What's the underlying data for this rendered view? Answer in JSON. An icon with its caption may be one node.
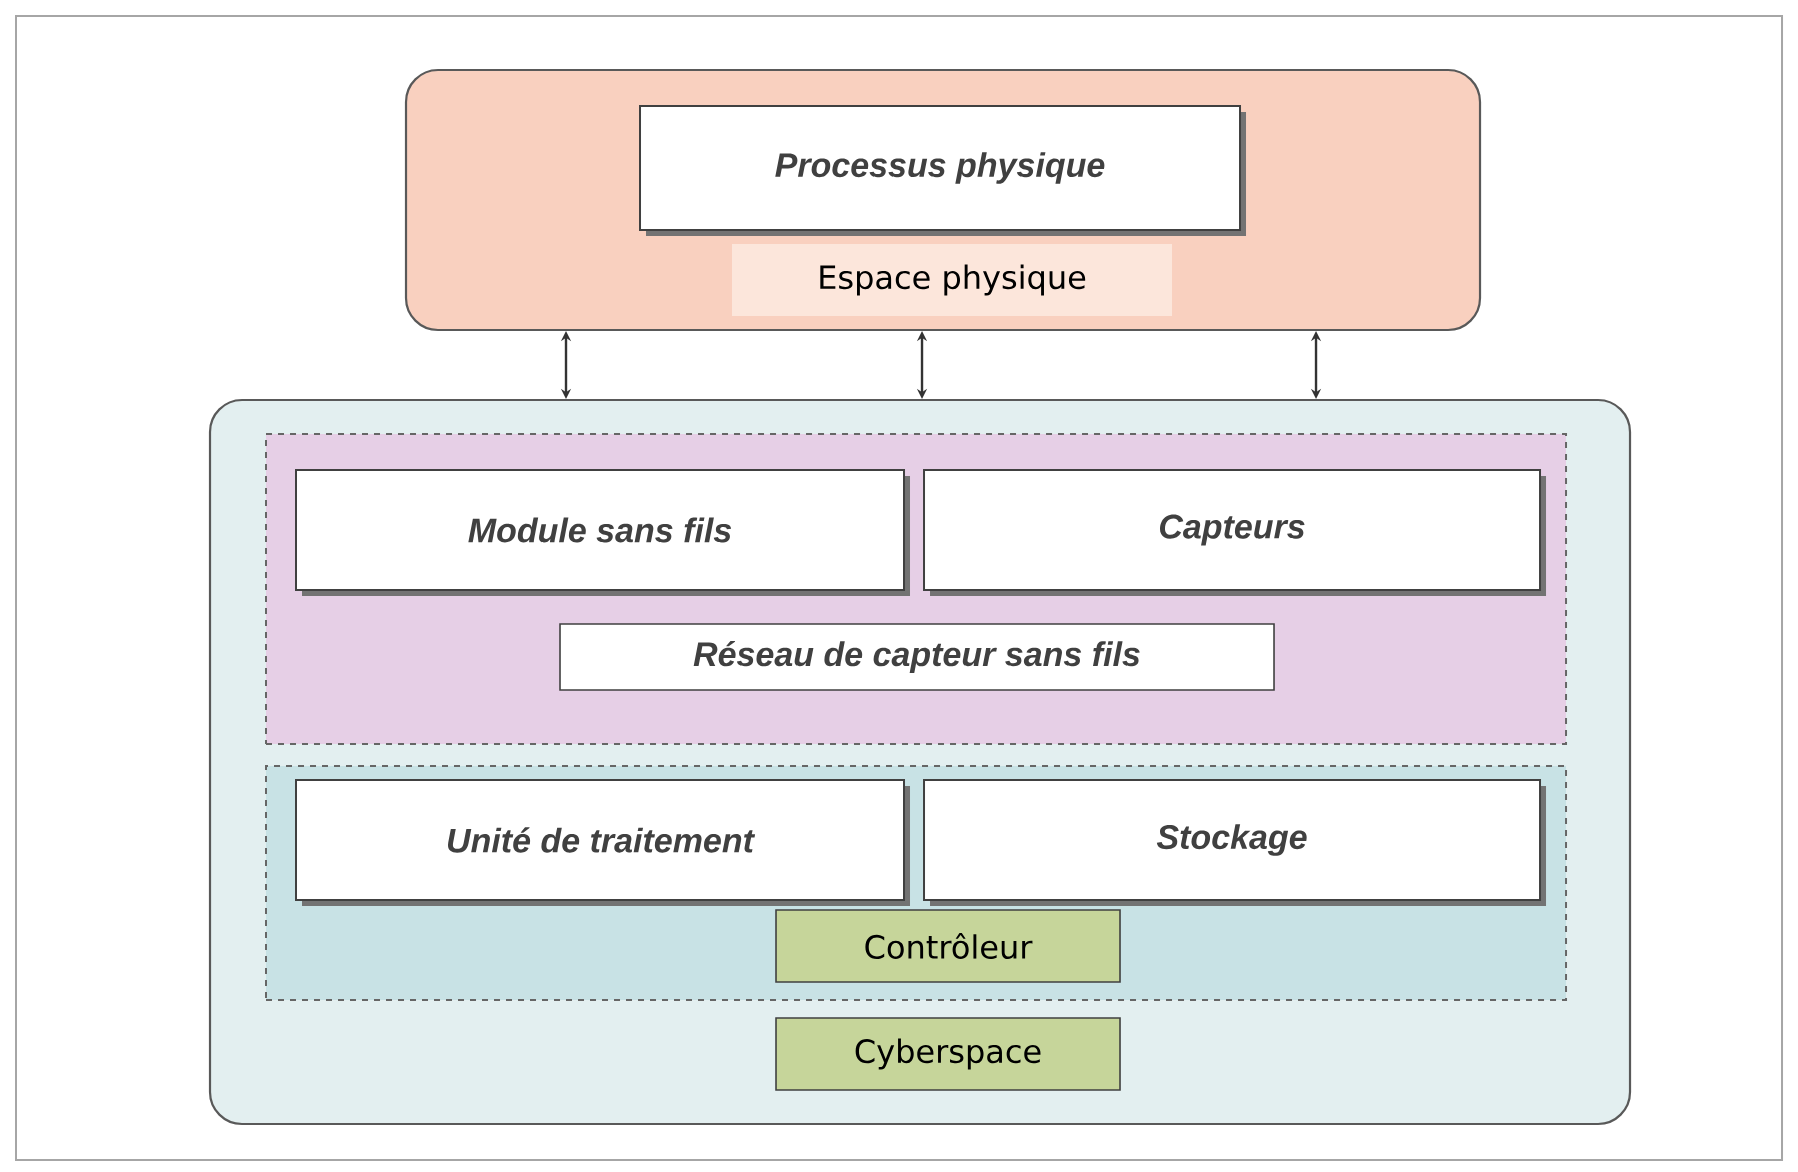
{
  "diagram": {
    "nodes": [
      {
        "text": [
          "Espace physique"
        ]
      },
      {
        "text": [
          "Processus physique"
        ],
        "in": 0
      },
      {
        "text": [
          "Cyberspace"
        ]
      },
      {
        "text": [
          "Réseau de capteur sans fils"
        ],
        "in": 2
      },
      {
        "text": [
          "Module sans fils"
        ],
        "in": 3
      },
      {
        "text": [
          "Capteurs"
        ],
        "in": 3
      },
      {
        "text": [
          "Contrôleur"
        ],
        "in": 2
      },
      {
        "text": [
          "Unité de traitement"
        ],
        "in": 6
      },
      {
        "text": [
          "Stockage"
        ],
        "in": 6
      }
    ],
    "edges": [
      {
        "from": 0,
        "to": 2,
        "arrow": "both"
      },
      {
        "from": 0,
        "to": 2,
        "arrow": "both"
      },
      {
        "from": 0,
        "to": 2,
        "arrow": "both"
      }
    ]
  }
}
